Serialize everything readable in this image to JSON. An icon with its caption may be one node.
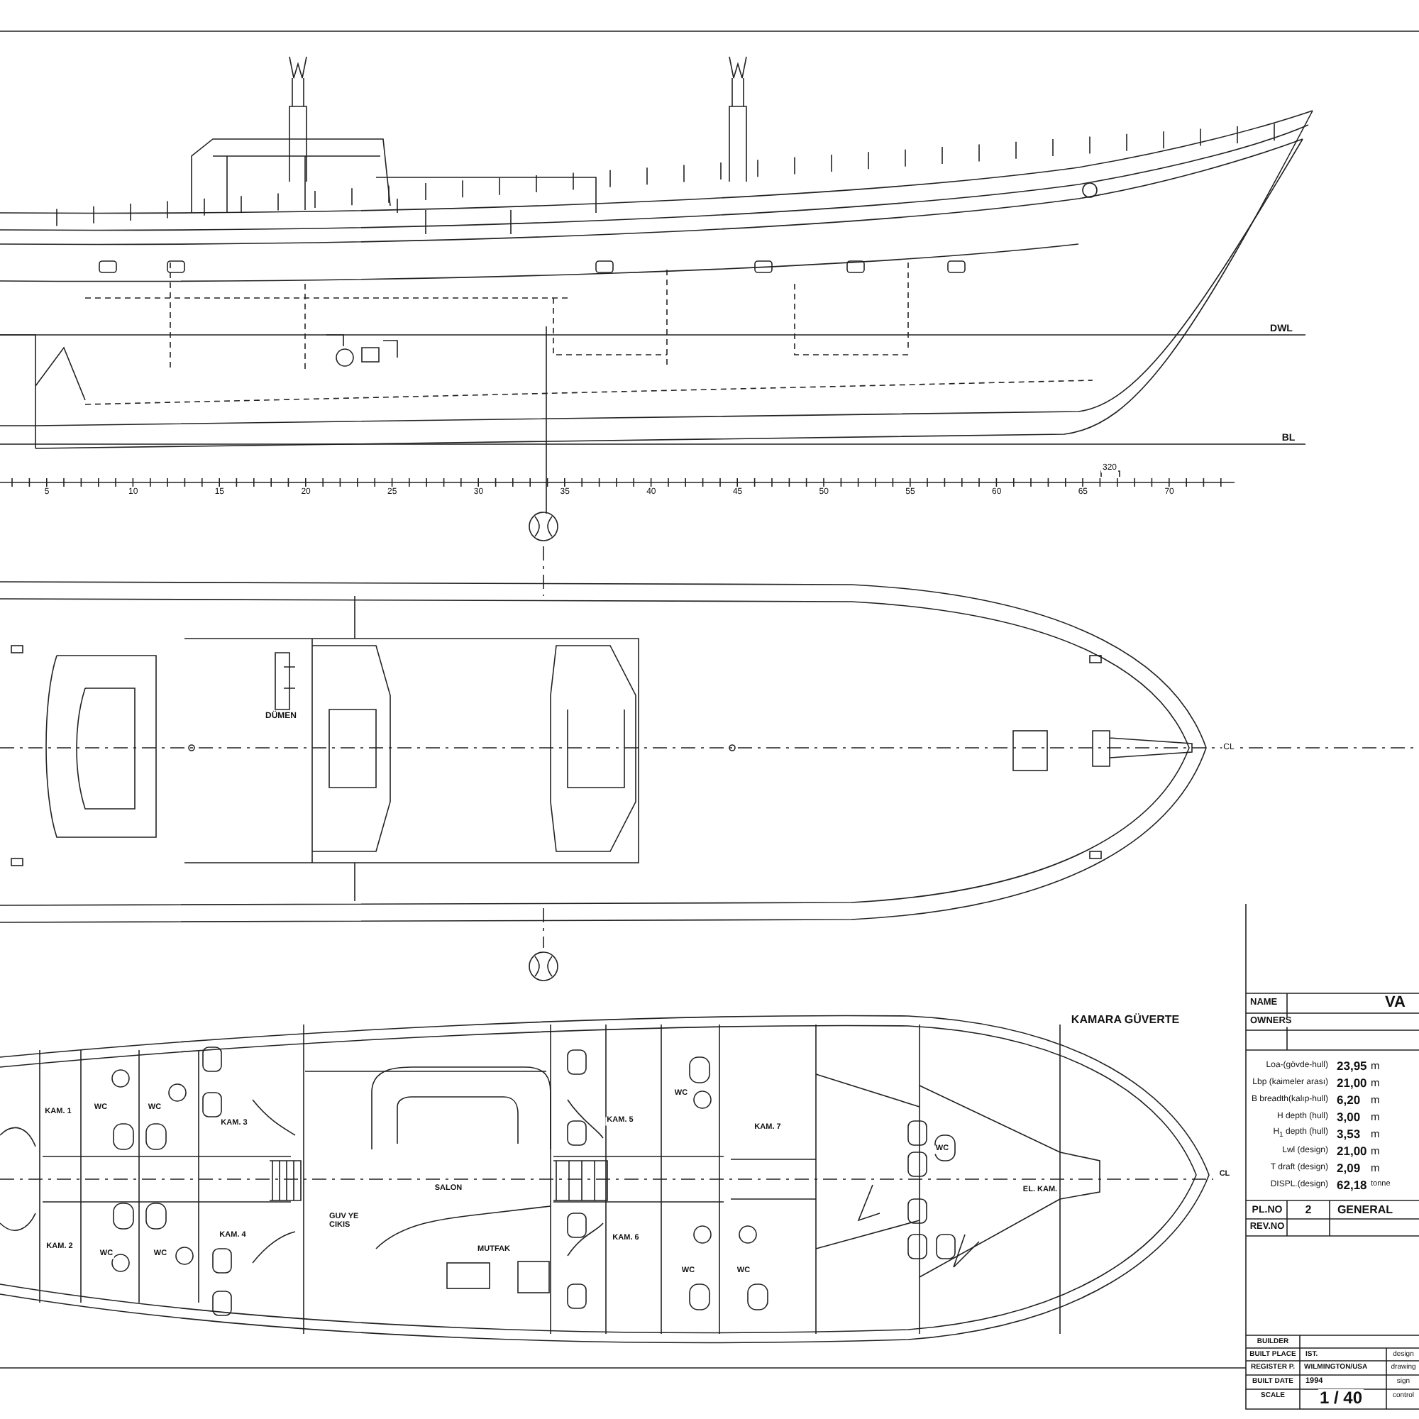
{
  "diagram": {
    "labels": [
      "DWL",
      "BL",
      "320",
      "5",
      "10",
      "15",
      "20",
      "25",
      "30",
      "35",
      "40",
      "45",
      "50",
      "55",
      "60",
      "65",
      "70",
      "DÜMEN",
      "CL",
      "KAMARA GÜVERTE",
      "NAME",
      "VA",
      "OWNERS",
      "Loa-(gövde-hull)",
      "23,95",
      "m",
      "Lbp (kaimeler arası)",
      "21,00",
      "m",
      "B breadth(kalıp-hull)",
      "6,20",
      "m",
      "H  depth (hull)",
      "3,00",
      "m",
      "H$_{1}$ depth (hull)",
      "3,53",
      "m",
      "Lwl (design)",
      "21,00",
      "m",
      "T draft (design)",
      "2,09",
      "m",
      "DISPL.(design)",
      "62,18",
      "tonne",
      "PL.NO",
      "2",
      "GENERAL",
      "REV.NO",
      "KAM. 1",
      "WC",
      "WC",
      "KAM. 3",
      "KAM. 5",
      "WC",
      "KAM. 7",
      "WC",
      "SALON",
      "CL",
      "GUV YE CIKIS",
      "EL. KAM.",
      "KAM. 2",
      "WC",
      "WC",
      "KAM. 4",
      "MUTFAK",
      "KAM. 6",
      "WC",
      "WC",
      "BUILDER",
      "BUILT PLACE",
      "IST.",
      "design",
      "REGISTER P.",
      "WILMINGTON/USA",
      "drawing",
      "BUILT DATE",
      "1994",
      "sign",
      "SCALE",
      "1 /  40",
      "control"
    ]
  }
}
